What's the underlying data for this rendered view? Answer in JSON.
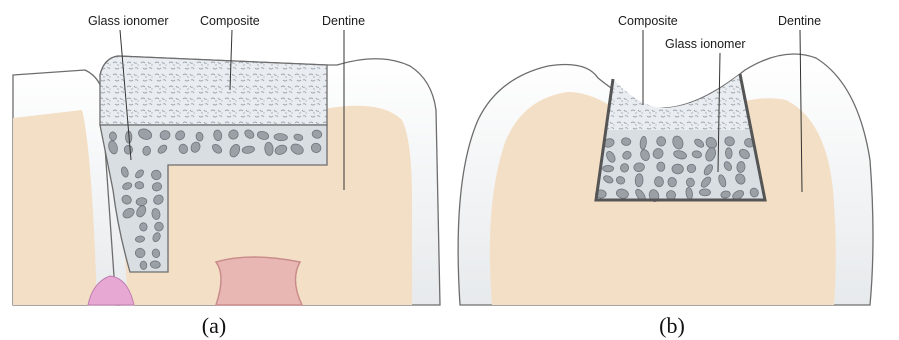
{
  "panel_a": {
    "labels": {
      "glass_ionomer": "Glass ionomer",
      "composite": "Composite",
      "dentine": "Dentine"
    },
    "caption": "(a)"
  },
  "panel_b": {
    "labels": {
      "composite": "Composite",
      "glass_ionomer": "Glass ionomer",
      "dentine": "Dentine"
    },
    "caption": "(b)"
  },
  "colors": {
    "dentine": "#f3dfc5",
    "enamel": "#ffffff",
    "enamel_shade": "#e9ecee",
    "outline": "#6d6d6d",
    "composite": "#e6eaee",
    "glass_ionomer": "#d9dee3",
    "ionomer_particle": "#9aa0a6",
    "pulp": "#e8b7b4",
    "gingiva": "#e7a9d4"
  }
}
